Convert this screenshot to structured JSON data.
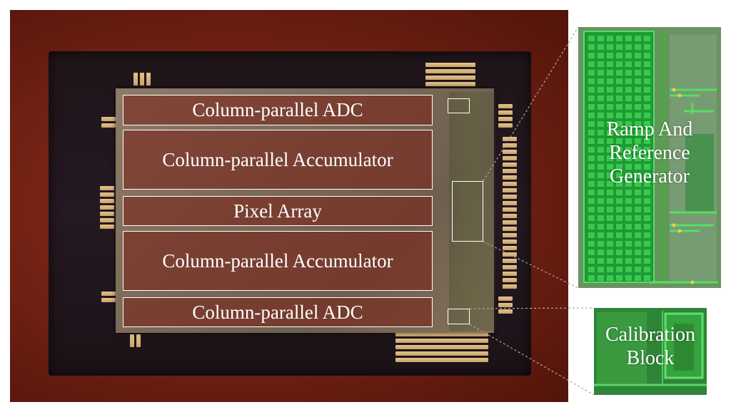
{
  "blocks": [
    {
      "id": "adc-top",
      "label": "Column-parallel ADC"
    },
    {
      "id": "accumulator-top",
      "label": "Column-parallel Accumulator"
    },
    {
      "id": "pixel-array",
      "label": "Pixel Array"
    },
    {
      "id": "accumulator-bottom",
      "label": "Column-parallel Accumulator"
    },
    {
      "id": "adc-bottom",
      "label": "Column-parallel ADC"
    }
  ],
  "insets": {
    "ramp": {
      "line1": "Ramp And",
      "line2": "Reference",
      "line3": "Generator"
    },
    "calibration": {
      "line1": "Calibration",
      "line2": "Block"
    }
  },
  "colors": {
    "substrate": "#6e2013",
    "cavity": "#221720",
    "die": "#7a6a57",
    "bond_pad": "#d9b97d",
    "block_outline": "#ffffff",
    "leader_line": "#a0a0a0",
    "inset_green": "#35c24a"
  },
  "icons": {
    "die_photo": "chip-die-photo",
    "ramp_layout": "layout-micrograph",
    "calibration_layout": "layout-micrograph"
  }
}
